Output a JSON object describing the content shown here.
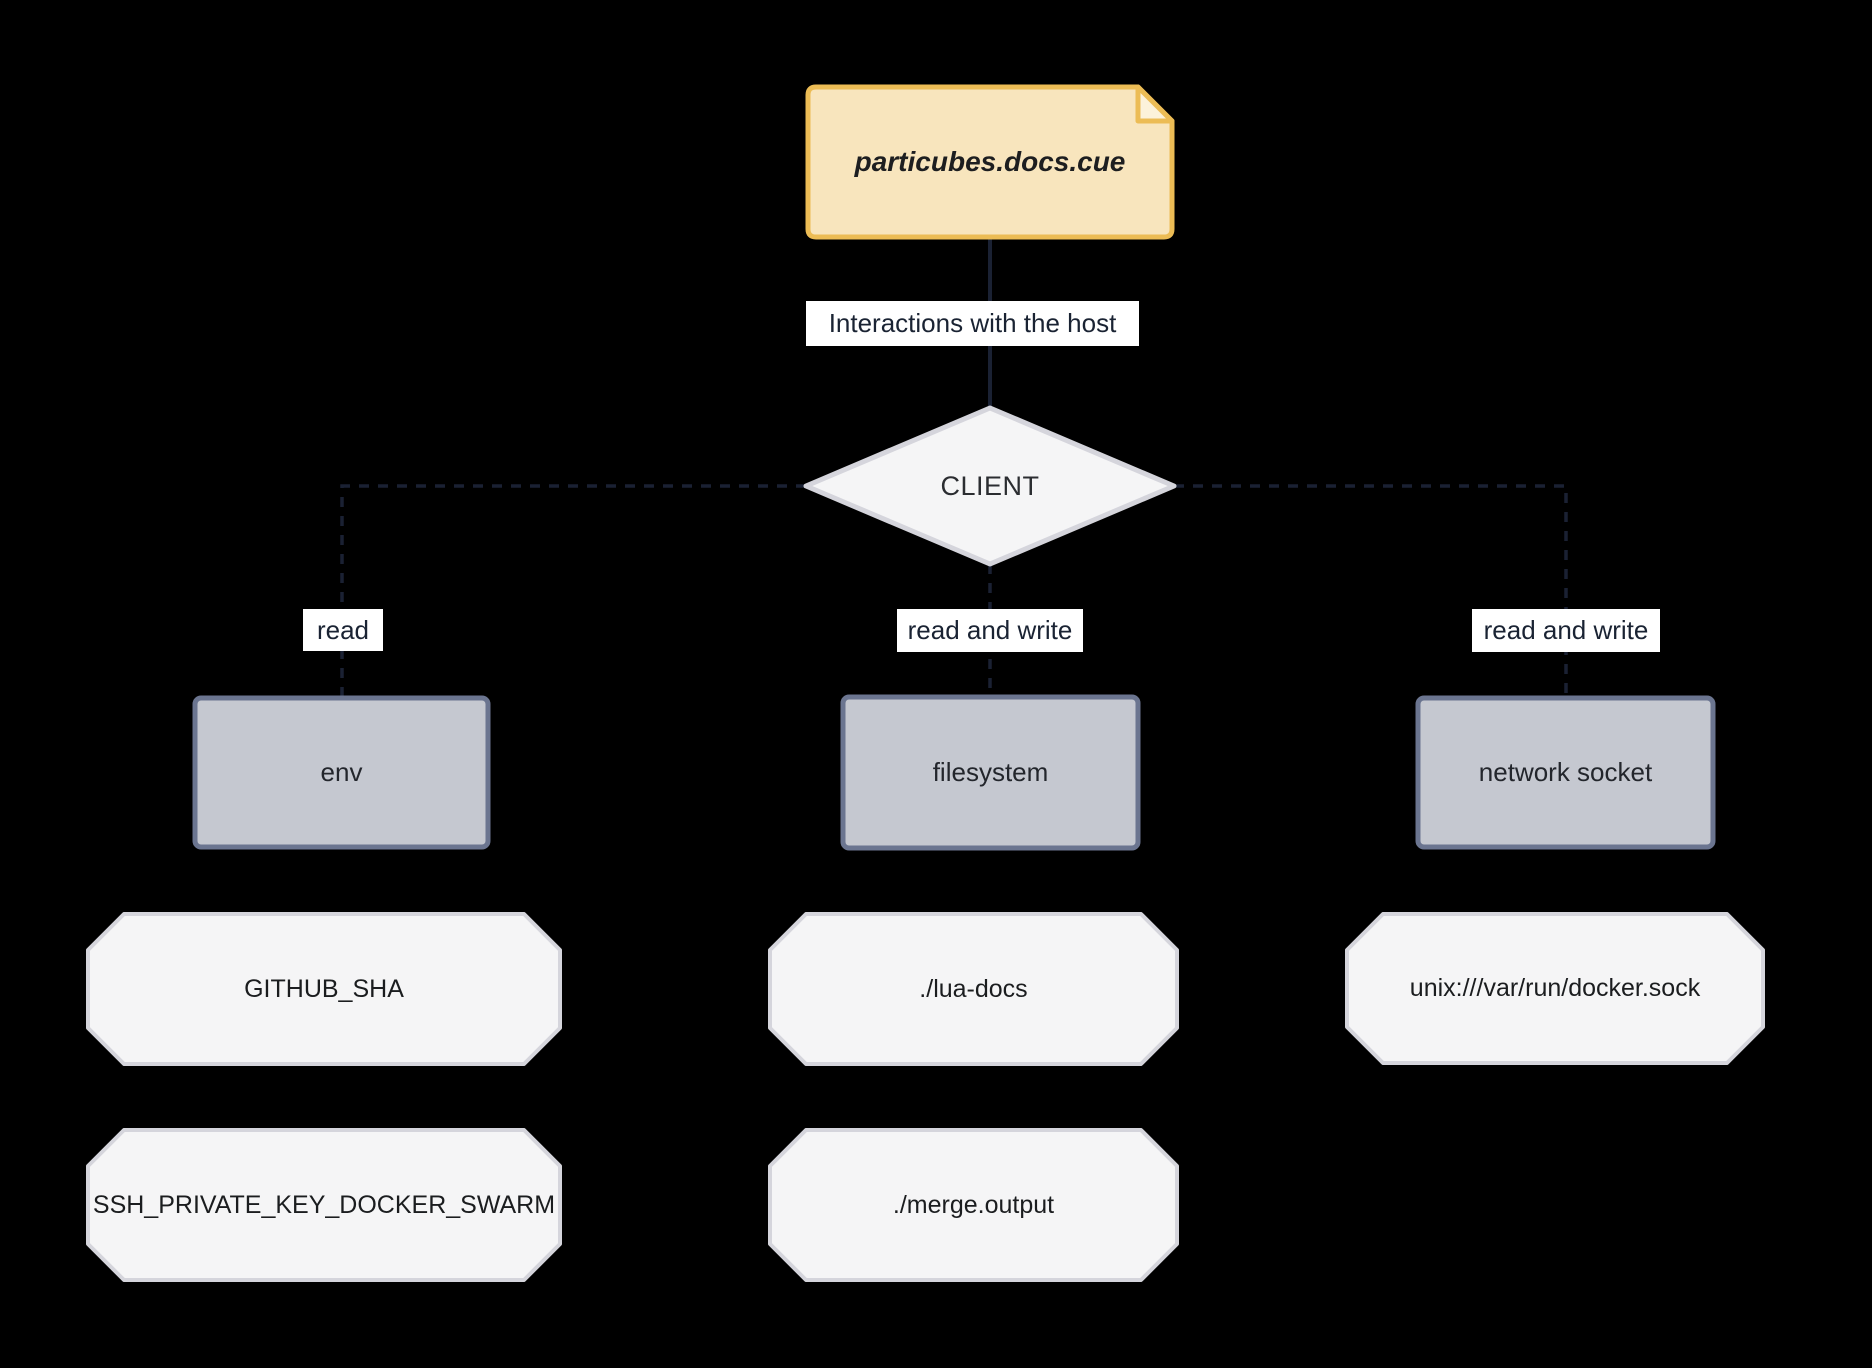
{
  "note": {
    "label": "particubes.docs.cue"
  },
  "client": {
    "label": "CLIENT"
  },
  "edges": {
    "host_label": "Interactions with the host"
  },
  "columns": [
    {
      "edge_label": "read",
      "resource": "env",
      "values": [
        "GITHUB_SHA",
        "SSH_PRIVATE_KEY_DOCKER_SWARM"
      ]
    },
    {
      "edge_label": "read and write",
      "resource": "filesystem",
      "values": [
        "./lua-docs",
        "./merge.output"
      ]
    },
    {
      "edge_label": "read and write",
      "resource": "network socket",
      "values": [
        "unix:///var/run/docker.sock"
      ]
    }
  ],
  "colors": {
    "background": "#000000",
    "note_fill": "#f8e5bd",
    "note_fold_fill": "#fcf2da",
    "note_border": "#ecbc55",
    "node_fill": "#f5f5f6",
    "node_border": "#d5d5dc",
    "resource_fill": "#c5c8d0",
    "resource_border": "#6b7590",
    "edge_line": "#1a2133",
    "edge_label_bg": "#ffffff",
    "edge_label_text": "#1a2333"
  }
}
